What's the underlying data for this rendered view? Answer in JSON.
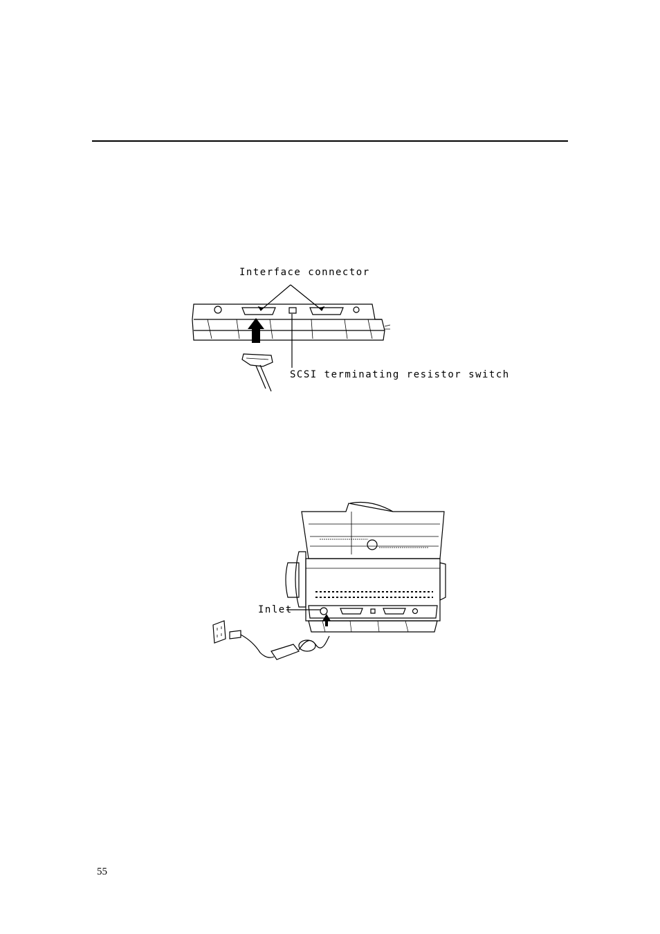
{
  "figure1": {
    "label_interface_connector": "Interface connector",
    "label_scsi_switch": "SCSI terminating resistor switch"
  },
  "figure2": {
    "label_inlet": "Inlet"
  },
  "footer": {
    "page_number": "55"
  }
}
